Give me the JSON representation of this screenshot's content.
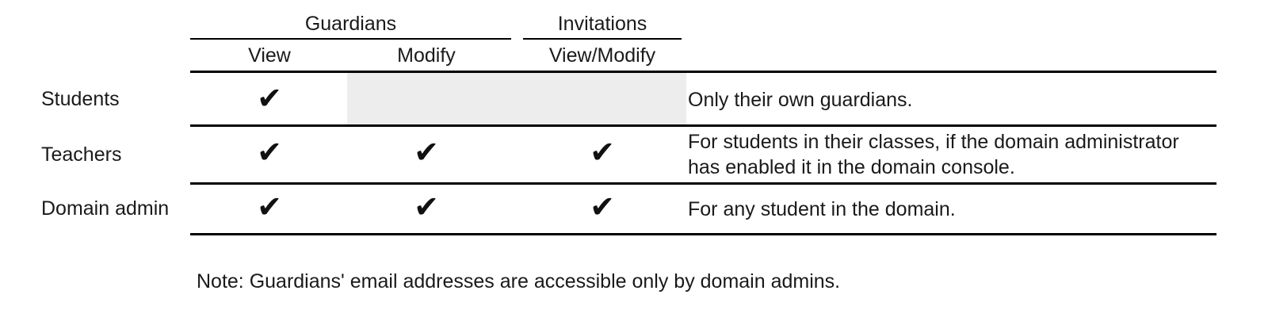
{
  "table": {
    "group_headers": [
      {
        "label": "Guardians",
        "spans": [
          "View",
          "Modify"
        ]
      },
      {
        "label": "Invitations",
        "spans": [
          "View/Modify"
        ]
      }
    ],
    "column_headers": [
      "View",
      "Modify",
      "View/Modify"
    ],
    "row_header_label": "",
    "check_glyph": "✔",
    "shaded_color": "#ededed",
    "rule_color": "#000000",
    "rows": [
      {
        "label": "Students",
        "cells": [
          {
            "state": "check"
          },
          {
            "state": "shaded"
          },
          {
            "state": "shaded"
          }
        ],
        "description": "Only their own guardians."
      },
      {
        "label": "Teachers",
        "cells": [
          {
            "state": "check"
          },
          {
            "state": "check"
          },
          {
            "state": "check"
          }
        ],
        "description": "For students in their classes, if the domain administrator has enabled it in the domain console."
      },
      {
        "label": "Domain admin",
        "cells": [
          {
            "state": "check"
          },
          {
            "state": "check"
          },
          {
            "state": "check"
          }
        ],
        "description": "For any student in the domain."
      }
    ]
  },
  "note": {
    "text": "Note: Guardians' email addresses are accessible only by domain admins."
  }
}
